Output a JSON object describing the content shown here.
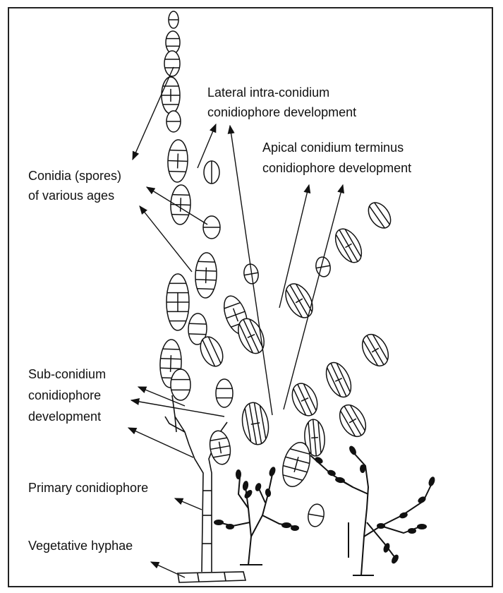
{
  "labels": {
    "lateral_line1": "Lateral intra-conidium",
    "lateral_line2": "conidiophore development",
    "apical_line1": "Apical conidium terminus",
    "apical_line2": "conidiophore development",
    "conidia_line1": "Conidia (spores)",
    "conidia_line2": "of various ages",
    "sub_line1": "Sub-conidium",
    "sub_line2": "conidiophore",
    "sub_line3": "development",
    "primary": "Primary conidiophore",
    "vegetative": "Vegetative hyphae"
  }
}
